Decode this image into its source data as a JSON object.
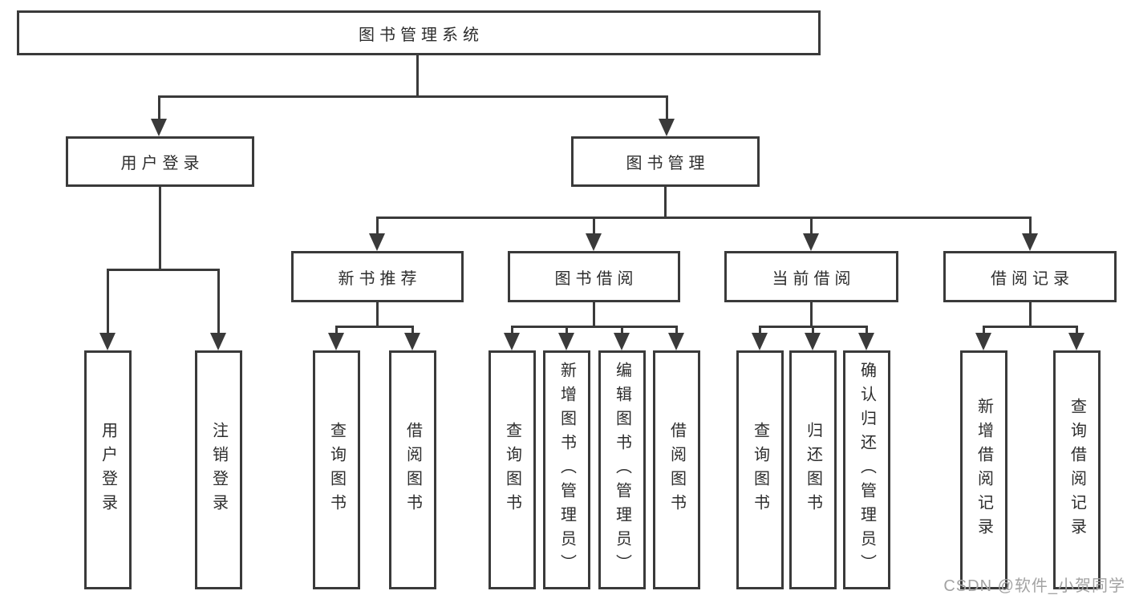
{
  "diagram": {
    "type": "hierarchy-chart",
    "colors": {
      "line": "#3a3a3a",
      "box_border": "#3a3a3a",
      "box_fill": "#ffffff",
      "text": "#2d2d2d",
      "watermark": "#a3a3a3",
      "background": "#ffffff"
    },
    "nodes": {
      "root": {
        "label": "图书管理系统"
      },
      "level2": [
        {
          "id": "user-login",
          "label": "用户登录",
          "parent": "图书管理系统"
        },
        {
          "id": "book-management",
          "label": "图书管理",
          "parent": "图书管理系统"
        }
      ],
      "level3": [
        {
          "id": "new-book-recommend",
          "label": "新书推荐",
          "parent": "图书管理"
        },
        {
          "id": "book-borrow",
          "label": "图书借阅",
          "parent": "图书管理"
        },
        {
          "id": "current-borrow",
          "label": "当前借阅",
          "parent": "图书管理"
        },
        {
          "id": "borrow-records",
          "label": "借阅记录",
          "parent": "图书管理"
        }
      ],
      "leaves": [
        {
          "label": "用户登录",
          "parent": "用户登录"
        },
        {
          "label": "注销登录",
          "parent": "用户登录"
        },
        {
          "label": "查询图书",
          "parent": "新书推荐"
        },
        {
          "label": "借阅图书",
          "parent": "新书推荐"
        },
        {
          "label": "查询图书",
          "parent": "图书借阅"
        },
        {
          "label": "新增图书（管理员）",
          "parent": "图书借阅"
        },
        {
          "label": "编辑图书（管理员）",
          "parent": "图书借阅"
        },
        {
          "label": "借阅图书",
          "parent": "图书借阅"
        },
        {
          "label": "查询图书",
          "parent": "当前借阅"
        },
        {
          "label": "归还图书",
          "parent": "当前借阅"
        },
        {
          "label": "确认归还（管理员）",
          "parent": "当前借阅"
        },
        {
          "label": "新增借阅记录",
          "parent": "借阅记录"
        },
        {
          "label": "查询借阅记录",
          "parent": "借阅记录"
        }
      ]
    }
  },
  "watermark": {
    "text": "CSDN @软件_小贺同学"
  }
}
